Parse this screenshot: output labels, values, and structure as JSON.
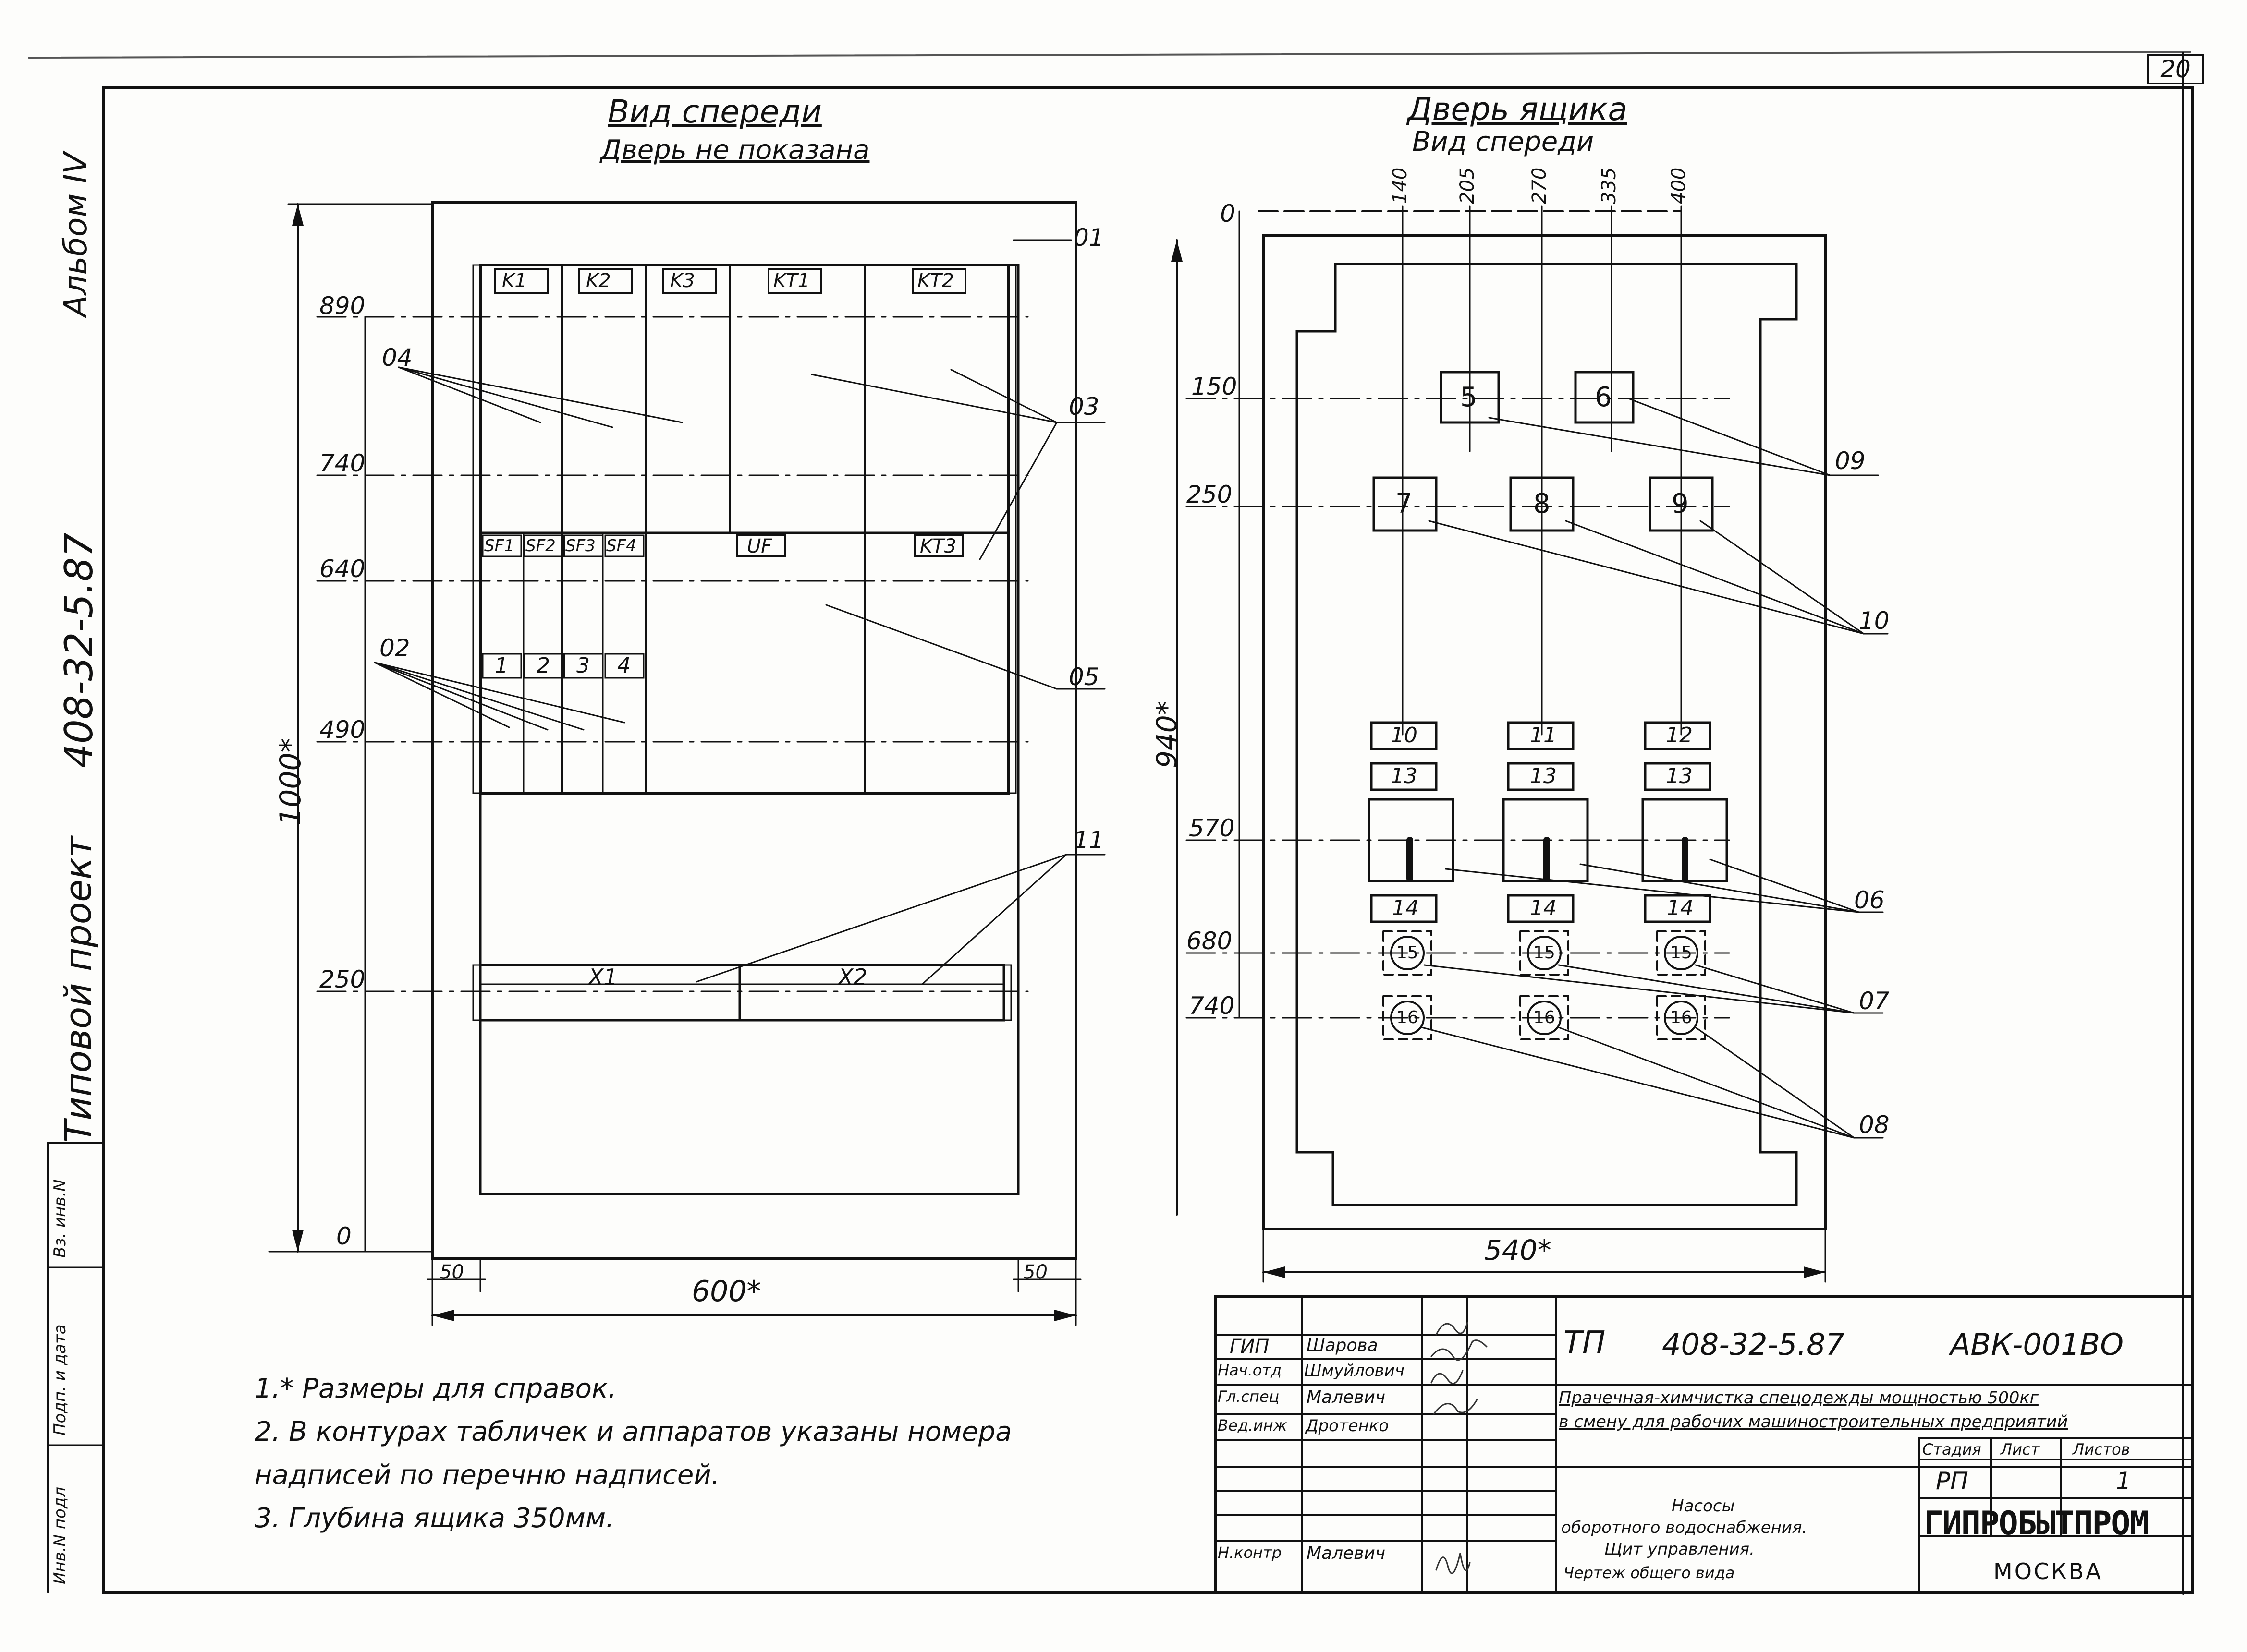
{
  "sheet_number": "20",
  "side_labels": {
    "album": "Альбом IV",
    "project_type": "Типовой проект",
    "project_code": "408-32-5.87",
    "margin_fields": [
      "Инв.N подл",
      "Подп. и дата",
      "Вз. инв.N"
    ]
  },
  "front_view": {
    "title": "Вид спереди",
    "subtitle": "Дверь не показана",
    "dim_labels": [
      "890",
      "740",
      "640",
      "490",
      "250",
      "0"
    ],
    "height_dim": "1000*",
    "width_dim": "600*",
    "margin_dims": [
      "50",
      "50"
    ],
    "devices_top": [
      "K1",
      "K2",
      "K3",
      "KT1",
      "KT2"
    ],
    "devices_mid": [
      "SF1",
      "SF2",
      "SF3",
      "SF4",
      "UF",
      "KT3"
    ],
    "terminal_numbers": [
      "1",
      "2",
      "3",
      "4"
    ],
    "terminal_strips": [
      "X1",
      "X2"
    ],
    "callouts": [
      "01",
      "03",
      "04",
      "02",
      "05",
      "11"
    ]
  },
  "door_view": {
    "title": "Дверь ящика",
    "subtitle": "Вид спереди",
    "top_dims": [
      "140",
      "205",
      "270",
      "335",
      "400"
    ],
    "zero": "0",
    "side_dims": [
      "150",
      "250",
      "570",
      "680",
      "740"
    ],
    "height_dim": "940*",
    "width_dim": "540*",
    "boxes_row1": [
      "5",
      "6"
    ],
    "boxes_row2": [
      "7",
      "8",
      "9"
    ],
    "plates_a": [
      "10",
      "11",
      "12"
    ],
    "plates_b": [
      "13",
      "13",
      "13"
    ],
    "plates_c": [
      "14",
      "14",
      "14"
    ],
    "circles_15": [
      "15",
      "15",
      "15"
    ],
    "circles_16": [
      "16",
      "16",
      "16"
    ],
    "callouts": [
      "09",
      "10",
      "06",
      "07",
      "08"
    ]
  },
  "notes": [
    "1.* Размеры для справок.",
    "2. В контурах табличек и аппаратов указаны номера",
    "надписей по перечню надписей.",
    "3. Глубина ящика 350мм."
  ],
  "title_block": {
    "roles": [
      {
        "role": "ГИП",
        "name": "Шарова"
      },
      {
        "role": "Нач.отд",
        "name": "Шмуйлович"
      },
      {
        "role": "Гл.спец",
        "name": "Малевич"
      },
      {
        "role": "Вед.инж",
        "name": "Дротенко"
      },
      {
        "role": "Н.контр",
        "name": "Малевич"
      }
    ],
    "doc_prefix": "ТП",
    "doc_number": "408-32-5.87",
    "doc_code": "АВК-001ВО",
    "description_line1": "Прачечная-химчистка спецодежды мощностью 500кг",
    "description_line2": "в смену для рабочих машиностроительных предприятий",
    "stage_header": "Стадия",
    "sheet_header": "Лист",
    "sheets_header": "Листов",
    "stage_value": "РП",
    "sheets_value": "1",
    "drawing_title": [
      "Насосы",
      "оборотного водоснабжения.",
      "Щит управления.",
      "Чертеж общего вида"
    ],
    "org_name": "ГИПРОБЫТПРОМ",
    "org_city": "МОСКВА"
  }
}
